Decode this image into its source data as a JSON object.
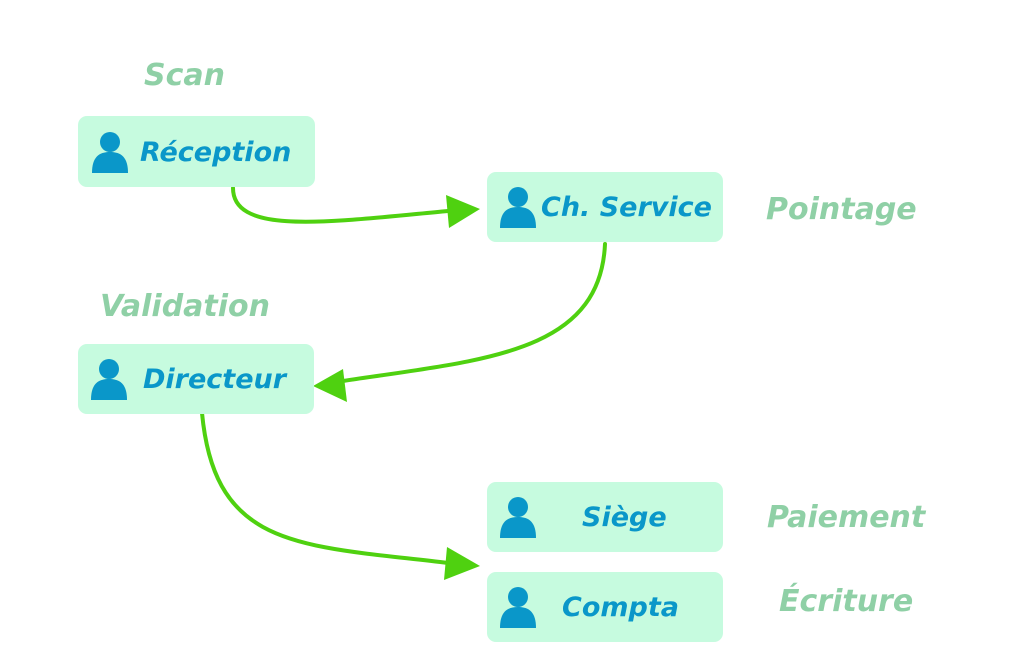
{
  "colors": {
    "node_bg": "#c6fbdf",
    "node_text": "#0a97c9",
    "icon": "#0a97c9",
    "step_text": "#8fd0a6",
    "arrow": "#4fd110"
  },
  "nodes": {
    "reception": {
      "label": "Réception",
      "icon": "person-icon"
    },
    "chef_service": {
      "label": "Ch. Service",
      "icon": "person-icon"
    },
    "directeur": {
      "label": "Directeur",
      "icon": "person-icon"
    },
    "siege": {
      "label": "Siège",
      "icon": "person-icon"
    },
    "compta": {
      "label": "Compta",
      "icon": "person-icon"
    }
  },
  "steps": {
    "scan": "Scan",
    "pointage": "Pointage",
    "validation": "Validation",
    "paiement": "Paiement",
    "ecriture": "Écriture"
  },
  "edges": [
    {
      "from": "reception",
      "to": "chef_service"
    },
    {
      "from": "chef_service",
      "to": "directeur"
    },
    {
      "from": "directeur",
      "to": "siege"
    }
  ]
}
